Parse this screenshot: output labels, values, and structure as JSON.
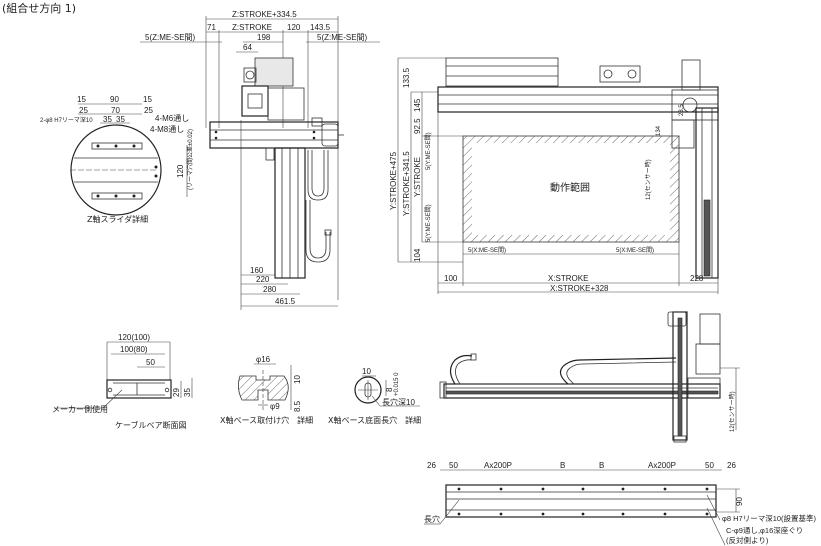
{
  "title": "(組合せ方向 1)",
  "z_axis_view": {
    "dims_top": {
      "overall": "Z:STROKE+334.5",
      "left": "71",
      "stroke": "Z:STROKE",
      "d120": "120",
      "d143": "143.5",
      "me_se_left": "5(Z:ME-SE間)",
      "me_se_right": "5(Z:ME-SE間)",
      "d198": "198",
      "d64": "64"
    },
    "dims_bottom": [
      "160",
      "220",
      "280",
      "461.5"
    ]
  },
  "z_slider_detail": {
    "caption": "Z軸スライダ詳細",
    "dims": {
      "a15l": "15",
      "a90": "90",
      "a15r": "15",
      "b25l": "25",
      "b70": "70",
      "b25r": "25",
      "c35a": "35",
      "c35b": "35",
      "h120": "120"
    },
    "notes": {
      "reamer": "2-φ8 H7リーマ深10",
      "m6": "4-M6通し",
      "m8": "4-M8通し",
      "pitch": "(リーマ穴間公差±0.02)"
    }
  },
  "top_view": {
    "work_area_label": "動作範囲",
    "dims_vertical": {
      "overall": "Y:STROKE+475",
      "y341": "Y:STROKE+341.5",
      "ystroke": "Y:STROKE",
      "d133": "133.5",
      "d145": "145",
      "d92": "92.5",
      "d104": "104",
      "me_se_top": "5(Y:ME-SE間)",
      "me_se_bottom": "5(Y:ME-SE間)"
    },
    "dims_horizontal": {
      "me_se_left": "5(X:ME-SE間)",
      "me_se_right": "5(X:ME-SE間)",
      "d100": "100",
      "xstroke": "X:STROKE",
      "d228": "228",
      "overall": "X:STROKE+328"
    },
    "dims_right": {
      "d23": "23.5",
      "d134": "134",
      "sensor": "12(センサー時)"
    }
  },
  "cable_bearer": {
    "caption": "ケーブルベア断面図",
    "note": "メーカー側使用",
    "dims": {
      "w120": "120(100)",
      "w100": "100(80)",
      "w50": "50",
      "h29": "29",
      "h35": "35"
    }
  },
  "x_base_mount_hole": {
    "caption": "X軸ベース取付け穴　詳細",
    "dims": {
      "d16": "φ16",
      "d9": "φ9",
      "h10": "10",
      "h85": "8.5"
    }
  },
  "x_base_slot": {
    "caption": "X軸ベース底面長穴　詳細",
    "dims": {
      "w10": "10",
      "h8": "8",
      "tol": "+0.015 0",
      "depth": "長穴深10"
    }
  },
  "side_view": {
    "sensor": "12(センサー時)"
  },
  "base_view": {
    "dims_top": [
      "26",
      "50",
      "Ax200P",
      "B",
      "B",
      "Ax200P",
      "50",
      "26"
    ],
    "height": "90",
    "notes": {
      "slot": "長穴",
      "reamer": "φ8 H7リーマ深10(設置基準)",
      "counterbore": "C-φ9通し,φ16深座ぐり",
      "opposite": "(反対側より)"
    }
  }
}
